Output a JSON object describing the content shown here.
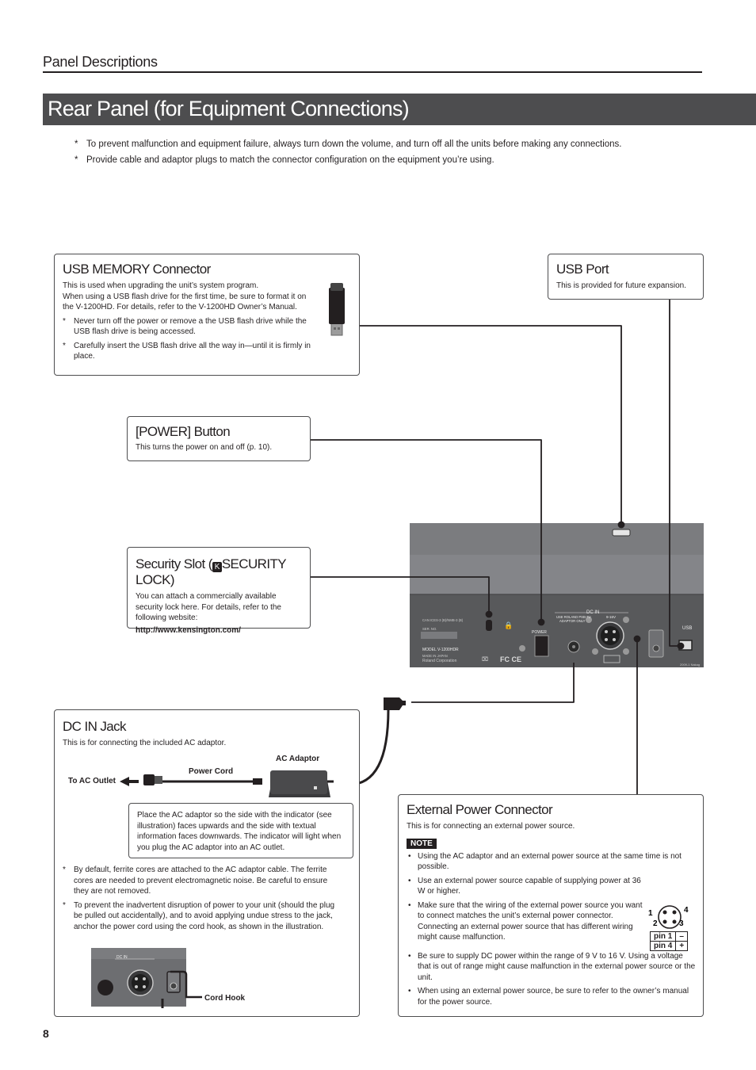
{
  "header": {
    "section": "Panel Descriptions",
    "title": "Rear Panel (for Equipment Connections)"
  },
  "intro_notes": [
    "To prevent malfunction and equipment failure, always turn down the volume, and turn off all the units before making any connections.",
    "Provide cable and adaptor plugs to match the connector configuration on the equipment you’re using."
  ],
  "usb_memory": {
    "title": "USB MEMORY Connector",
    "p1": "This is used when upgrading the unit’s system program.",
    "p2": "When using a USB flash drive for the first time, be sure to format it on the V-1200HD. For details, refer to the V-1200HD Owner’s Manual.",
    "notes": [
      "Never turn off the power or remove a the USB flash drive while the USB flash drive is being accessed.",
      "Carefully insert the USB flash drive all the way in—until it is firmly in place."
    ]
  },
  "usb_port": {
    "title": "USB Port",
    "body": "This is provided for future expansion."
  },
  "power_button": {
    "title": "[POWER] Button",
    "body": "This turns the power on and off (p. 10)."
  },
  "security_slot": {
    "title_pre": "Security Slot (",
    "title_post": "SECURITY LOCK)",
    "body": "You can attach a commercially available security lock here. For details, refer to the following website:",
    "url": "http://www.kensington.com/"
  },
  "dc_in": {
    "title": "DC IN Jack",
    "body": "This is for connecting the included AC adaptor.",
    "label_ac_adaptor": "AC Adaptor",
    "label_power_cord": "Power Cord",
    "label_to_outlet": "To AC Outlet",
    "callout": "Place the AC adaptor so the side with the indicator (see illustration) faces upwards and the side with textual information faces downwards. The indicator will light when you plug the AC adaptor into an AC outlet.",
    "notes": [
      "By default, ferrite cores are attached to the AC adaptor cable. The ferrite cores are needed to prevent electromagnetic noise. Be careful to ensure they are not removed.",
      "To prevent the inadvertent disruption of power to your unit (should the plug be pulled out accidentally), and to avoid applying undue stress to the jack, anchor the power cord using the cord hook, as shown in the illustration."
    ],
    "label_cord_hook": "Cord Hook"
  },
  "external_power": {
    "title": "External Power Connector",
    "body": "This is for connecting an external power source.",
    "note_tag": "NOTE",
    "bullets": [
      "Using the AC adaptor and an external power source at the same time is not possible.",
      "Use an external power source capable of supplying power at 36 W or higher.",
      "Make sure that the wiring of the external power source you want to connect matches the unit’s external power connector. Connecting an external power source that has different wiring might cause malfunction.",
      "Be sure to supply DC power within the range of 9 V to 16 V. Using a voltage that is out of range might cause malfunction in the external power source or the unit.",
      "When using an external power source, be sure to refer to the owner’s manual for the power source."
    ],
    "pin_labels": [
      "1",
      "4",
      "2",
      "3"
    ],
    "pin_table": [
      {
        "pin": "pin 1",
        "sign": "–"
      },
      {
        "pin": "pin 4",
        "sign": "+"
      }
    ]
  },
  "panel_labels": {
    "dc_in": "DC IN",
    "use_roland": "USE ROLAND PSB-7U",
    "adaptor_only": "ADAPTOR ONLY",
    "voltage": "9-16V",
    "power": "POWER",
    "usb": "USB",
    "model": "MODEL  V-1200HDR",
    "made_in": "MADE IN JAPAN",
    "corp": "Roland Corporation",
    "can_ices": "CAN ICES-3 (B)/NMB-3 (B)",
    "serial": "SER. NO.",
    "year": "2009-1 Nakagawa",
    "fc": "FC CE"
  },
  "page_number": "8"
}
